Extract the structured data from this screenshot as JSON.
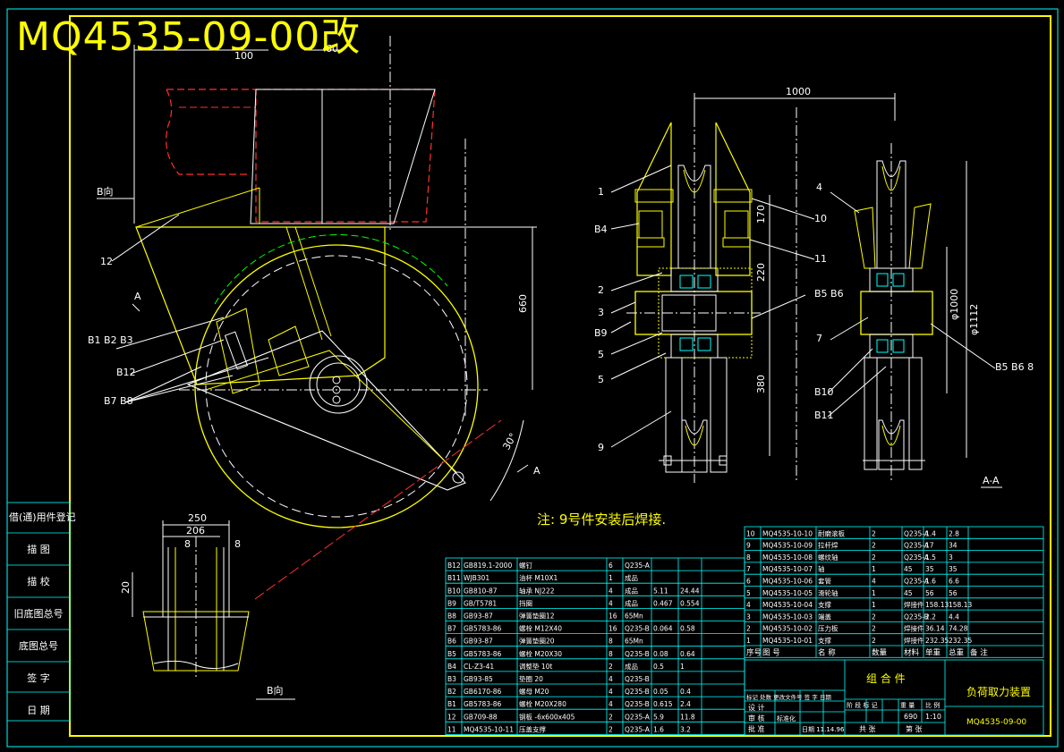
{
  "drawing": {
    "number_title": "MQ4535-09-00改",
    "note": "注: 9号件安装后焊接.",
    "section_label": "A-A",
    "view_b_label": "B向",
    "view_b_label2": "B向",
    "view_a_label": "A"
  },
  "dimensions": {
    "d_1000": "1000",
    "d_660": "660",
    "d_380": "380",
    "d_170": "170",
    "d_220": "220",
    "d_phi1000": "φ1000",
    "d_phi1112": "φ1112",
    "d_250": "250",
    "d_206": "206",
    "d_8a": "8",
    "d_8b": "8",
    "d_20": "20",
    "d_100": "100",
    "d_60": "60",
    "d_30": "30°"
  },
  "callouts": {
    "c1": "1",
    "c2": "2",
    "c3": "3",
    "c4": "4",
    "c5a": "5",
    "c5b": "5",
    "c7": "7",
    "c9": "9",
    "c10": "10",
    "c11": "11",
    "c12": "12",
    "b4": "B4",
    "b9": "B9",
    "b5b6": "B5 B6",
    "b5b6_8": "B5 B6 8",
    "b1b2b3": "B1 B2 B3",
    "b12": "B12",
    "b7b8": "B7 B8",
    "b10": "B10",
    "b11": "B11"
  },
  "side_panel": [
    "借(通)用件登记",
    "描 图",
    "描 校",
    "旧底图总号",
    "底图总号",
    "签 字",
    "日 期"
  ],
  "bom_left": {
    "rows": [
      [
        "B12",
        "GB819.1-2000",
        "螺钉",
        "6",
        "Q235-A",
        "",
        ""
      ],
      [
        "B11",
        "WJB301",
        "油杯 M10X1",
        "1",
        "成品",
        "",
        "",
        ""
      ],
      [
        "B10",
        "GB810-87",
        "轴承 NJ222",
        "4",
        "成品",
        "5.11",
        "24.44"
      ],
      [
        "B9",
        "GB/T5781",
        "挡圈",
        "4",
        "成品",
        "0.467",
        "0.554"
      ],
      [
        "B8",
        "GB93-87",
        "弹簧垫圈12",
        "16",
        "65Mn",
        "",
        ""
      ],
      [
        "B7",
        "GB5783-86",
        "螺栓 M12X40",
        "16",
        "Q235-B",
        "0.064",
        "0.58"
      ],
      [
        "B6",
        "GB93-87",
        "弹簧垫圈20",
        "8",
        "65Mn",
        "",
        ""
      ],
      [
        "B5",
        "GB5783-86",
        "螺栓 M20X30",
        "8",
        "Q235-B",
        "0.08",
        "0.64"
      ],
      [
        "B4",
        "CL-Z3-41",
        "调整垫 10t",
        "2",
        "成品",
        "0.5",
        "1"
      ],
      [
        "B3",
        "GB93-85",
        "垫圈 20",
        "4",
        "Q235-B",
        "",
        ""
      ],
      [
        "B2",
        "GB6170-86",
        "螺母 M20",
        "4",
        "Q235-B",
        "0.05",
        "0.4"
      ],
      [
        "B1",
        "GB5783-86",
        "螺栓 M20X280",
        "4",
        "Q235-B",
        "0.615",
        "2.4"
      ],
      [
        "12",
        "GB709-88",
        "钢板 -6x600x405",
        "2",
        "Q235-A",
        "5.9",
        "11.8"
      ],
      [
        "11",
        "MQ4535-10-11",
        "压盖支撑",
        "2",
        "Q235-A",
        "1.6",
        "3.2"
      ]
    ]
  },
  "bom_right": {
    "rows": [
      [
        "10",
        "MQ4535-10-10",
        "耐磨滚板",
        "2",
        "Q235-A",
        "1.4",
        "2.8"
      ],
      [
        "9",
        "MQ4535-10-09",
        "拉杆焊",
        "2",
        "Q235-A",
        "17",
        "34"
      ],
      [
        "8",
        "MQ4535-10-08",
        "螺纹轴",
        "2",
        "Q235-A",
        "1.5",
        "3"
      ],
      [
        "7",
        "MQ4535-10-07",
        "轴",
        "1",
        "45",
        "35",
        "35"
      ],
      [
        "6",
        "MQ4535-10-06",
        "套管",
        "4",
        "Q235-A",
        "1.6",
        "6.6"
      ],
      [
        "5",
        "MQ4535-10-05",
        "滑轮轴",
        "1",
        "45",
        "56",
        "56"
      ],
      [
        "4",
        "MQ4535-10-04",
        "支撑",
        "1",
        "焊接件",
        "158.13",
        "158.13"
      ],
      [
        "3",
        "MQ4535-10-03",
        "端盖",
        "2",
        "Q235-B",
        "2.2",
        "4.4"
      ],
      [
        "2",
        "MQ4535-10-02",
        "压力板",
        "2",
        "焊接件",
        "36.14",
        "74.28"
      ],
      [
        "1",
        "MQ4535-10-01",
        "支撑",
        "2",
        "焊接件",
        "232.35",
        "232.35"
      ]
    ],
    "header": [
      "序号",
      "图 号",
      "名 称",
      "数量",
      "材料",
      "单重",
      "总重",
      "备 注"
    ]
  },
  "title_block": {
    "assembly": "组 合 件",
    "name": "负荷取力装置",
    "code": "MQ4535-09-00",
    "scale": "1:10",
    "mark_hdr": "标记 处数 更改文件号 签 字 日期",
    "design": "设 计",
    "check": "审 核",
    "standard": "标准化",
    "approve": "批 准",
    "date": "日期 11.14.96",
    "stage": "阶 段 标 记",
    "weight_lbl": "重 量",
    "scale_lbl": "比 例",
    "weight_val": "690",
    "sheets": "共  张",
    "sheet": "第  张"
  }
}
